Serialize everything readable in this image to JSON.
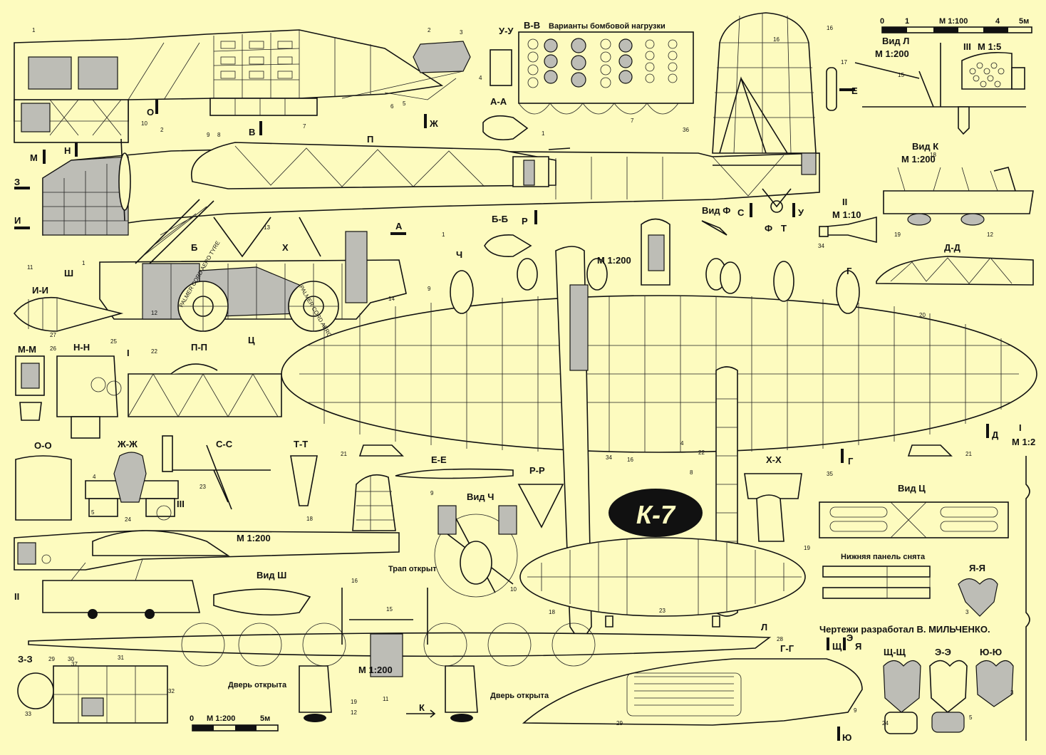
{
  "colors": {
    "paper": "#fdfbbf",
    "ink": "#111111",
    "shade": "#bdbdb6"
  },
  "section_labels": {
    "bomb_variants_title": "Варианты бомбовой нагрузки",
    "vv": "В-В",
    "uu": "У-У",
    "aa": "А-А",
    "bb": "Б-Б",
    "ii": "И-И",
    "mm": "М-М",
    "nn": "Н-Н",
    "pp": "П-П",
    "oo": "О-О",
    "zhzh": "Ж-Ж",
    "ss": "С-С",
    "tt": "Т-Т",
    "ee": "Е-Е",
    "rr": "Р-Р",
    "xx": "Х-Х",
    "dd": "Д-Д",
    "yaya": "Я-Я",
    "gg": "Г-Г",
    "zz": "З-З",
    "shchshch": "Щ-Щ",
    "ee2": "Э-Э",
    "yuyu": "Ю-Ю"
  },
  "views": {
    "vid_l": "Вид Л",
    "vid_k": "Вид К",
    "vid_f": "Вид Ф",
    "vid_ch": "Вид Ч",
    "vid_sh": "Вид Ш",
    "vid_ts": "Вид Ц"
  },
  "scales": {
    "m200": "М 1:200",
    "m100": "М 1:100",
    "m5": "М 1:5",
    "m10": "М 1:10",
    "m2": "М 1:2",
    "bar_top_ticks": [
      "0",
      "1",
      "4",
      "5м"
    ],
    "bar_bottom": [
      "0",
      "5м"
    ]
  },
  "roman": {
    "I": "I",
    "II": "II",
    "III": "III"
  },
  "markers": {
    "O": "О",
    "V": "В",
    "ZH": "Ж",
    "M": "М",
    "N": "Н",
    "Z": "З",
    "I": "И",
    "SH": "Ш",
    "CH": "Ч",
    "TS": "Ц",
    "A": "А",
    "B": "Б",
    "P": "П",
    "R": "Р",
    "H": "Х",
    "S": "С",
    "T": "Т",
    "F": "Ф",
    "U": "У",
    "E": "Е",
    "G": "Г",
    "D": "Д",
    "L": "Л",
    "SHCH": "Щ",
    "EE": "Э",
    "YA": "Я",
    "YU": "Ю",
    "K": "К"
  },
  "part_numbers": {
    "n1": "1",
    "n2": "2",
    "n3": "3",
    "n4": "4",
    "n5": "5",
    "n6": "6",
    "n7": "7",
    "n8": "8",
    "n9": "9",
    "n10": "10",
    "n11": "11",
    "n12": "12",
    "n13": "13",
    "n14": "14",
    "n15": "15",
    "n16": "16",
    "n17": "17",
    "n18": "18",
    "n19": "19",
    "n20": "20",
    "n21": "21",
    "n22": "22",
    "n23": "23",
    "n24": "24",
    "n25": "25",
    "n26": "26",
    "n27": "27",
    "n28": "28",
    "n29": "29",
    "n30": "30",
    "n31": "31",
    "n32": "32",
    "n33": "33",
    "n34": "34",
    "n35": "35",
    "n36": "36",
    "n37": "37"
  },
  "notes": {
    "ladder_open": "Трап открыт",
    "door_open": "Дверь открыта",
    "lower_panel_removed": "Нижняя панель снята",
    "credit": "Чертежи разработал В. МИЛЬЧЕНКО."
  },
  "tire_text": "PALMER CORD AERO TYRE",
  "logo": "К-7"
}
